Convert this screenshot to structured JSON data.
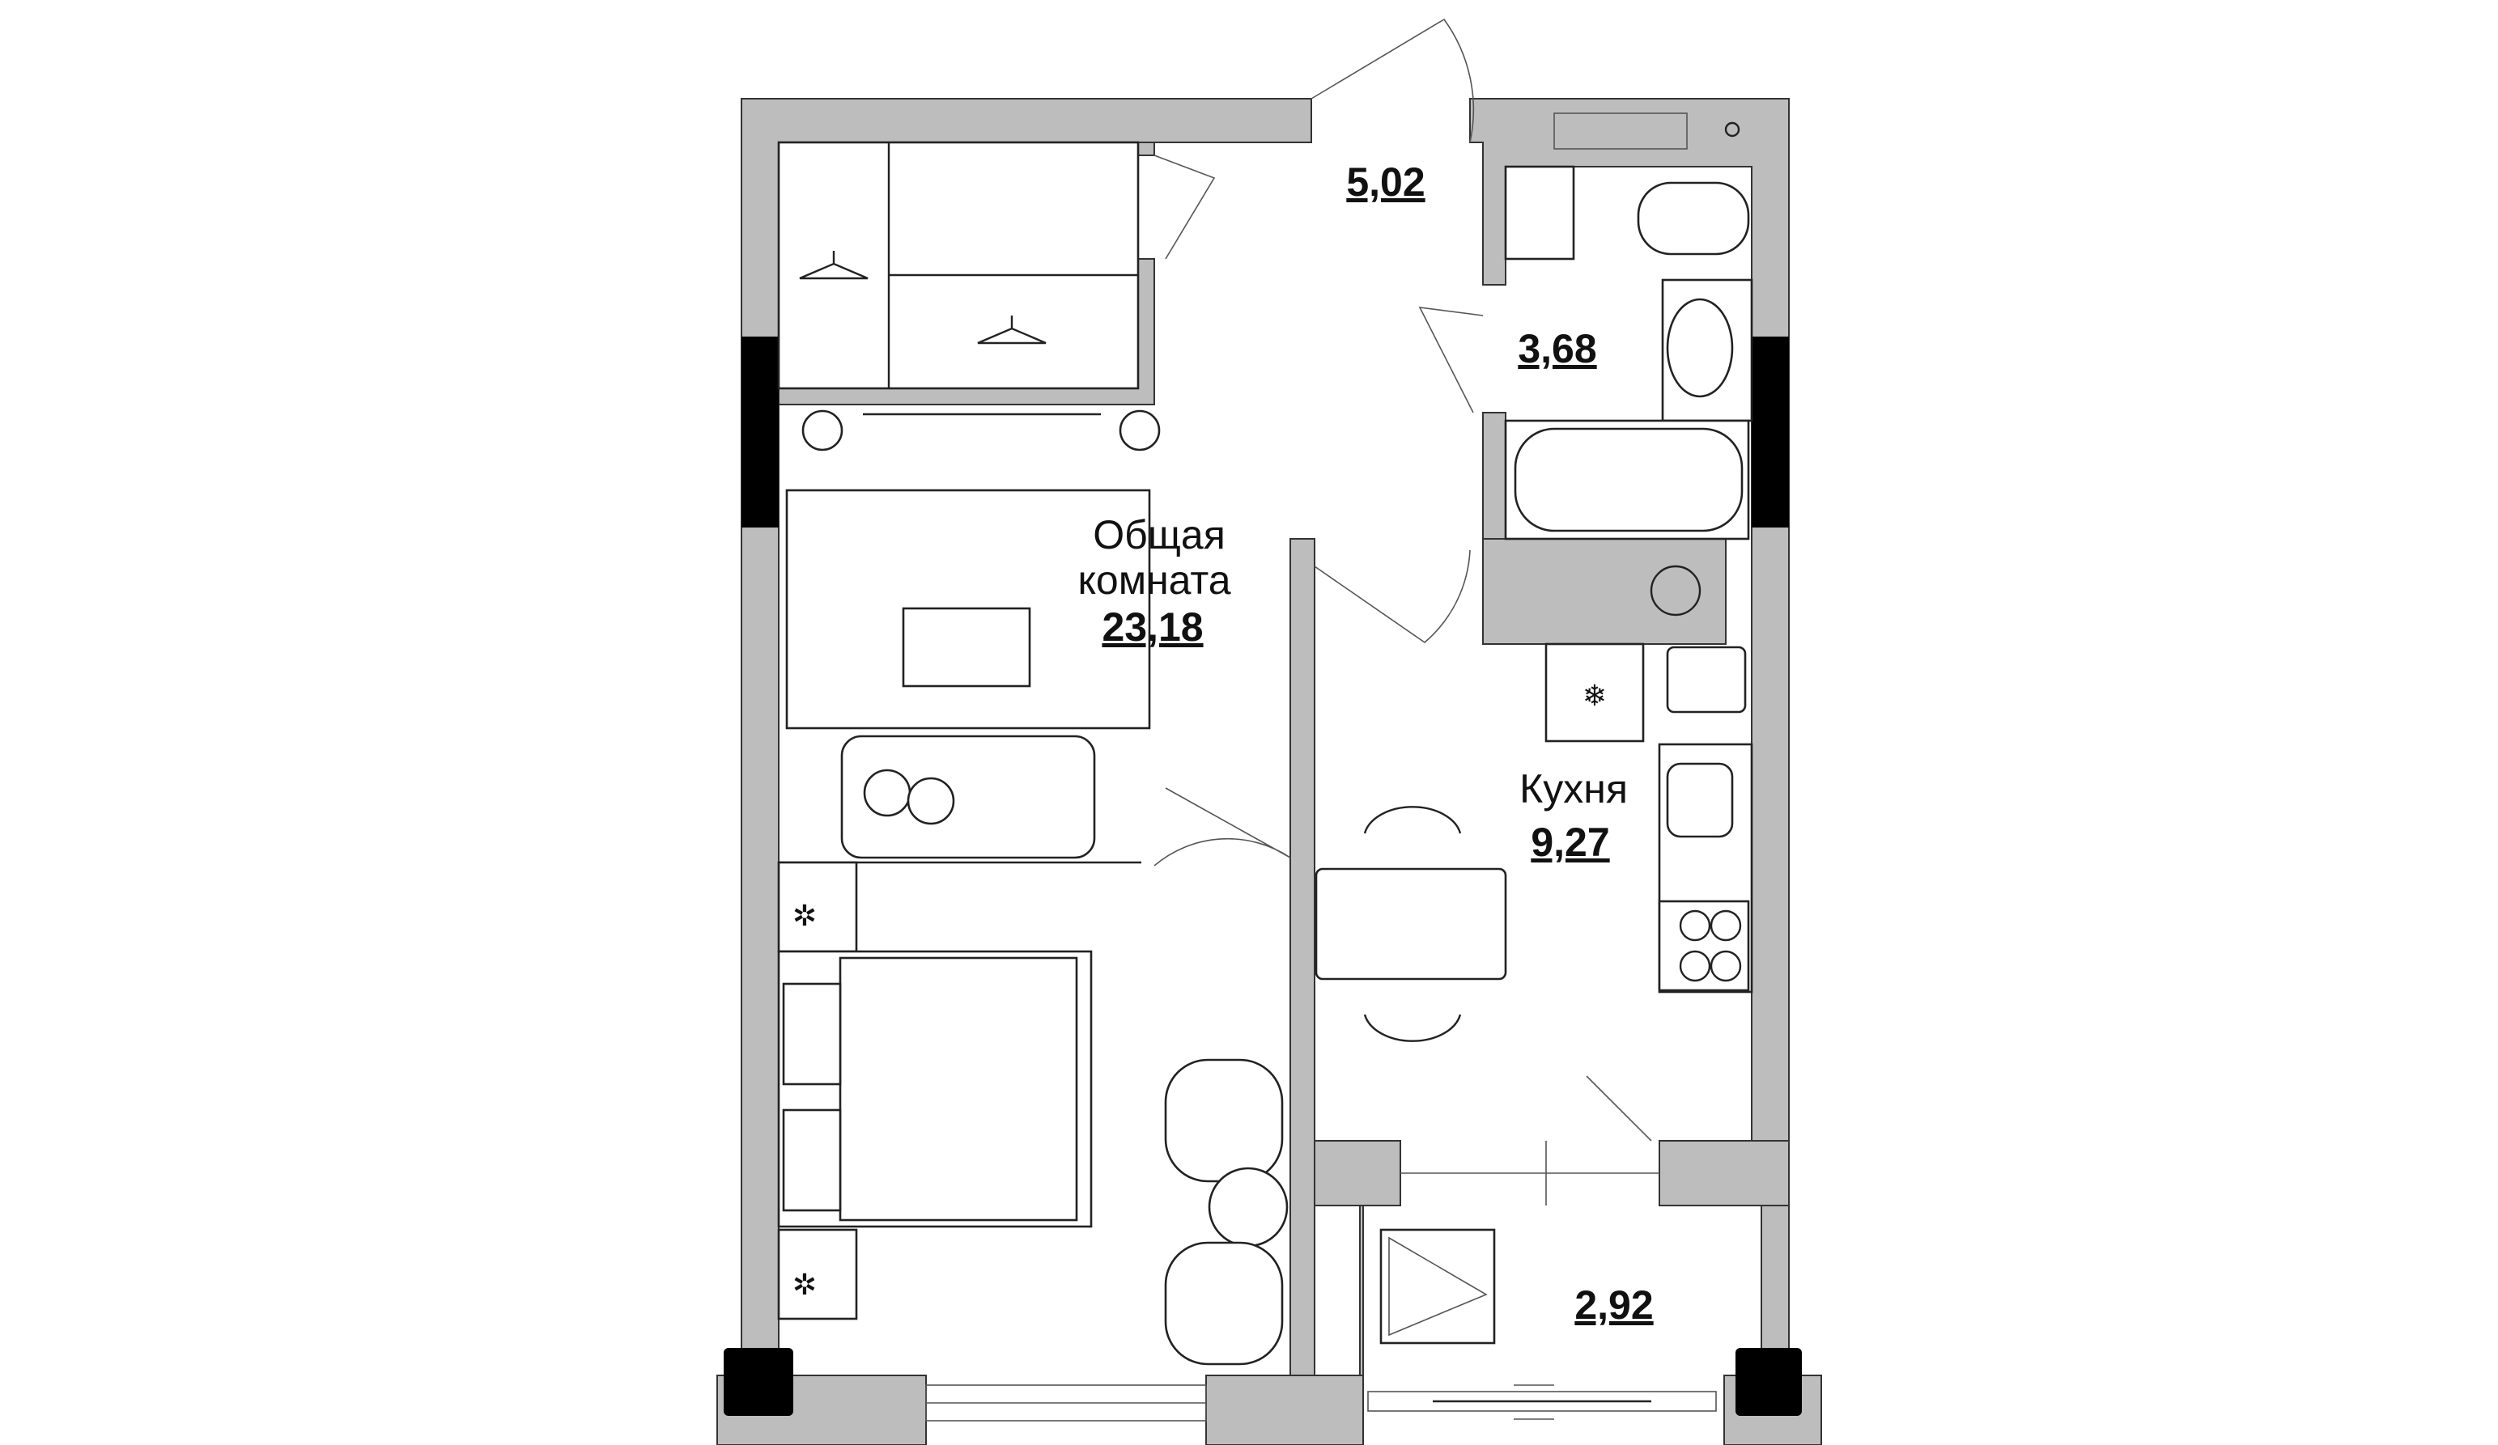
{
  "rooms": {
    "hall": {
      "area": "5,02"
    },
    "bathroom": {
      "area": "3,68"
    },
    "living": {
      "name_line1": "Общая",
      "name_line2": "комната",
      "area": "23,18"
    },
    "kitchen": {
      "name": "Кухня",
      "area": "9,27"
    },
    "balcony": {
      "area": "2,92"
    }
  },
  "colors": {
    "wall": "#bdbdbd",
    "column": "#000000",
    "line": "#222222"
  }
}
